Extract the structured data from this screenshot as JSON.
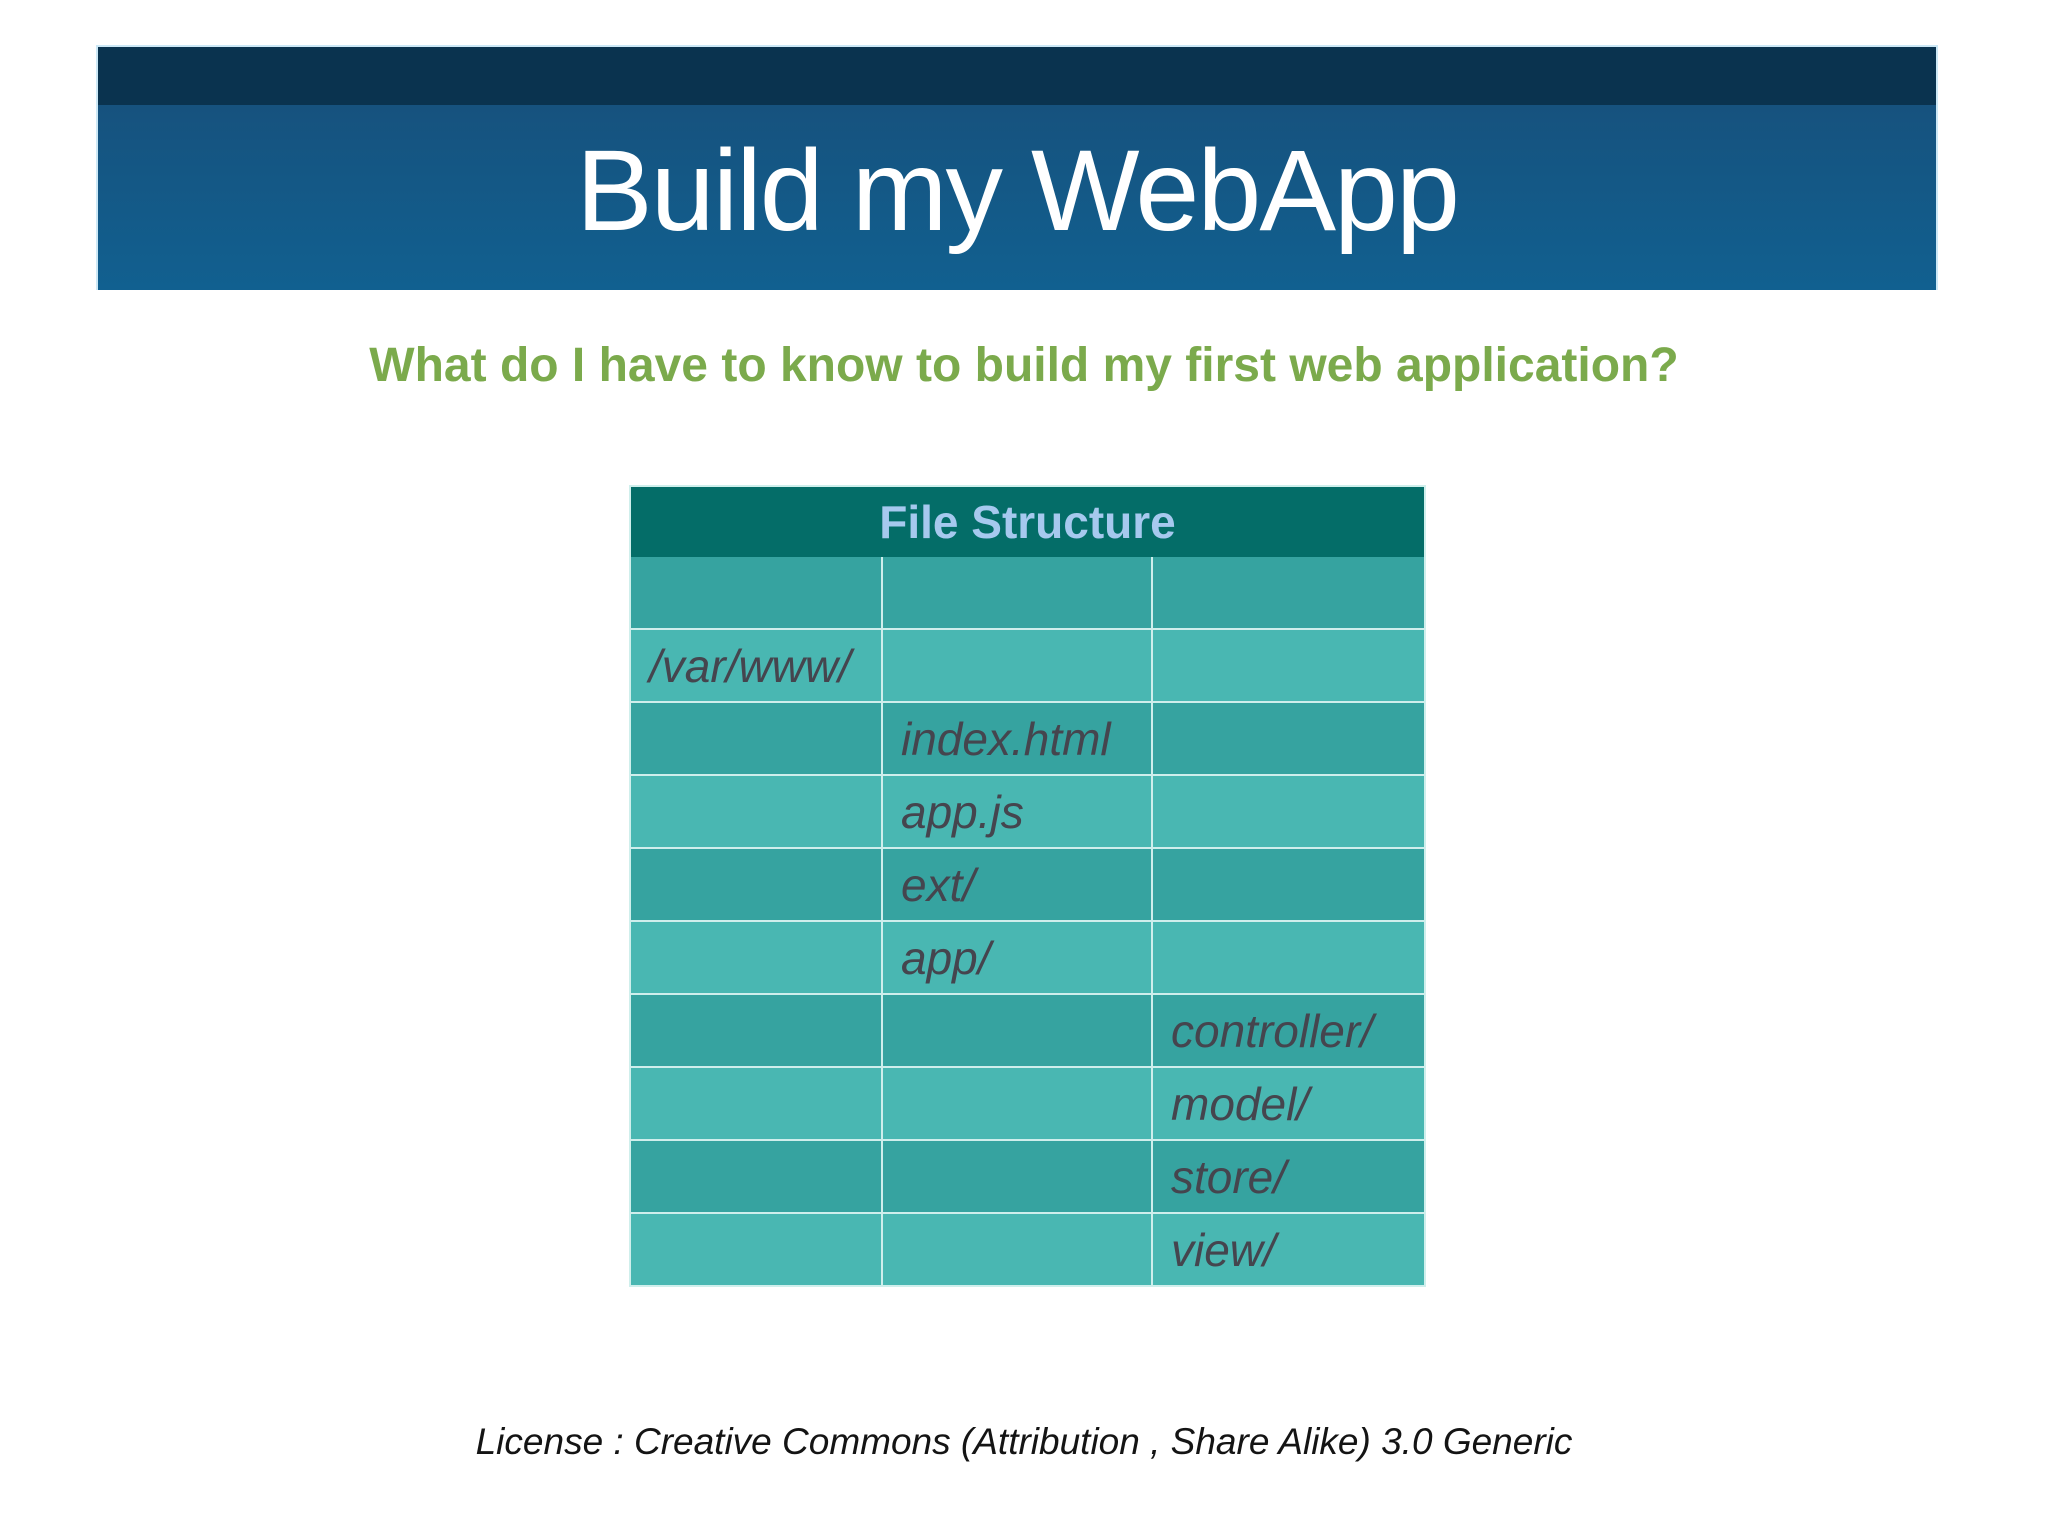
{
  "slide": {
    "title": "Build my WebApp",
    "subtitle": "What do I have to know to build my first web application?",
    "license": "License : Creative Commons (Attribution , Share Alike) 3.0 Generic"
  },
  "file_table": {
    "title": "File Structure",
    "columns": 3,
    "rows": [
      [
        "",
        "",
        ""
      ],
      [
        "/var/www/",
        "",
        ""
      ],
      [
        "",
        "index.html",
        ""
      ],
      [
        "",
        "app.js",
        ""
      ],
      [
        "",
        "ext/",
        ""
      ],
      [
        "",
        "app/",
        ""
      ],
      [
        "",
        "",
        "controller/"
      ],
      [
        "",
        "",
        "model/"
      ],
      [
        "",
        "",
        "store/"
      ],
      [
        "",
        "",
        "view/"
      ]
    ]
  },
  "colors": {
    "banner_strip": "#0a334f",
    "banner_gradient_top": "#16527e",
    "banner_gradient_bottom": "#116090",
    "subtitle_green": "#7baa4c",
    "table_header_bg": "#046d68",
    "table_header_text": "#a6c9ee",
    "row_dark": "#36a3a0",
    "row_light": "#49b7b2",
    "cell_text": "#45454e",
    "grid_line": "#cfeeec"
  }
}
